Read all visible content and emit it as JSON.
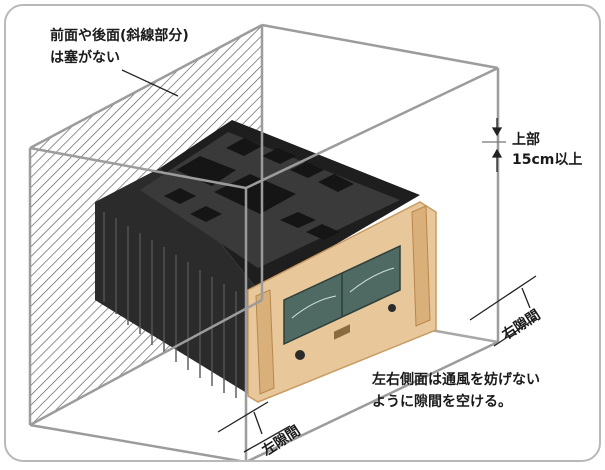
{
  "labels": {
    "hatched_note_line1": "前面や後面(斜線部分)",
    "hatched_note_line2": "は塞がない",
    "top_clearance_line1": "上部",
    "top_clearance_line2": "15cm以上",
    "side_note_line1": "左右側面は通風を妨げない",
    "side_note_line2": "ように隙間を空ける。",
    "right_gap": "右隙間",
    "left_gap": "左隙間"
  },
  "colors": {
    "frame": "#b9b9b9",
    "box_outline": "#9c9c9c",
    "heatsink": "#2b2b2b",
    "heatsink_dark": "#161616",
    "chassis_top": "#3a3a3a",
    "panel_gold": "#e8c79a",
    "panel_gold_dark": "#c99b63",
    "meter": "#4f6a63",
    "hatch": "#555555"
  }
}
